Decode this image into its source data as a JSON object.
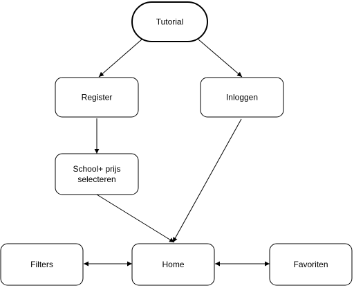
{
  "diagram": {
    "type": "flowchart",
    "colors": {
      "stroke": "#000000",
      "fill": "#ffffff",
      "text": "#000000"
    },
    "nodes": [
      {
        "id": "tutorial",
        "label": [
          "Tutorial"
        ],
        "shape": "stadium"
      },
      {
        "id": "register",
        "label": [
          "Register"
        ],
        "shape": "rounded-rect"
      },
      {
        "id": "inloggen",
        "label": [
          "Inloggen"
        ],
        "shape": "rounded-rect"
      },
      {
        "id": "school",
        "label": [
          "School+ prijs",
          "selecteren"
        ],
        "shape": "rounded-rect"
      },
      {
        "id": "filters",
        "label": [
          "Filters"
        ],
        "shape": "rounded-rect"
      },
      {
        "id": "home",
        "label": [
          "Home"
        ],
        "shape": "rounded-rect"
      },
      {
        "id": "favorieten",
        "label": [
          "Favoriten"
        ],
        "shape": "rounded-rect"
      }
    ],
    "edges": [
      {
        "from": "tutorial",
        "to": "register",
        "direction": "forward"
      },
      {
        "from": "tutorial",
        "to": "inloggen",
        "direction": "forward"
      },
      {
        "from": "register",
        "to": "school",
        "direction": "forward"
      },
      {
        "from": "school",
        "to": "home",
        "direction": "forward"
      },
      {
        "from": "inloggen",
        "to": "home",
        "direction": "forward"
      },
      {
        "from": "filters",
        "to": "home",
        "direction": "both"
      },
      {
        "from": "home",
        "to": "favorieten",
        "direction": "both"
      }
    ]
  }
}
